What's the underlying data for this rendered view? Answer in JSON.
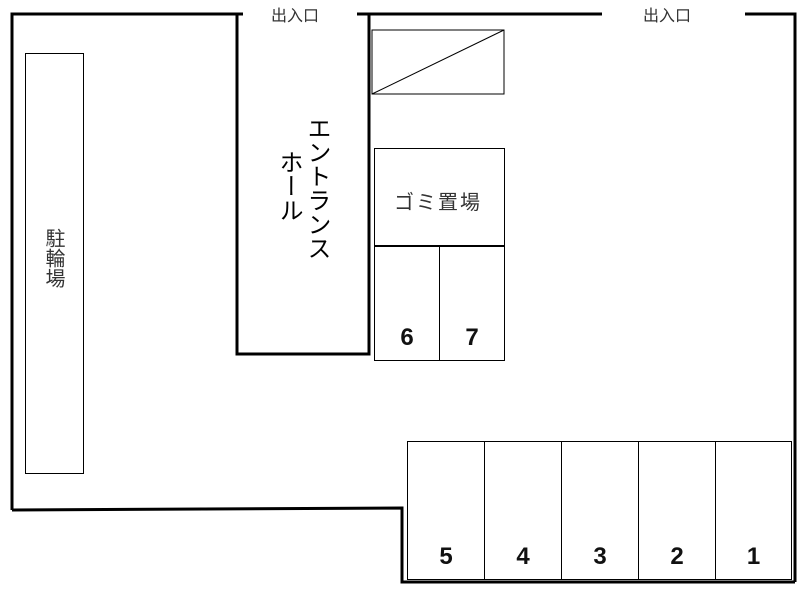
{
  "entrances": [
    {
      "label": "出入口"
    },
    {
      "label": "出入口"
    }
  ],
  "entrance_hall": {
    "line1": "エントランス",
    "line2": "ホール"
  },
  "bicycle_parking": {
    "label": "駐輪場"
  },
  "garbage_area": {
    "label": "ゴミ置場"
  },
  "parking_spots": [
    {
      "number": "1"
    },
    {
      "number": "2"
    },
    {
      "number": "3"
    },
    {
      "number": "4"
    },
    {
      "number": "5"
    },
    {
      "number": "6"
    },
    {
      "number": "7"
    }
  ],
  "colors": {
    "wall": "#000000",
    "line": "#000000",
    "background": "#ffffff",
    "text": "#333333"
  }
}
